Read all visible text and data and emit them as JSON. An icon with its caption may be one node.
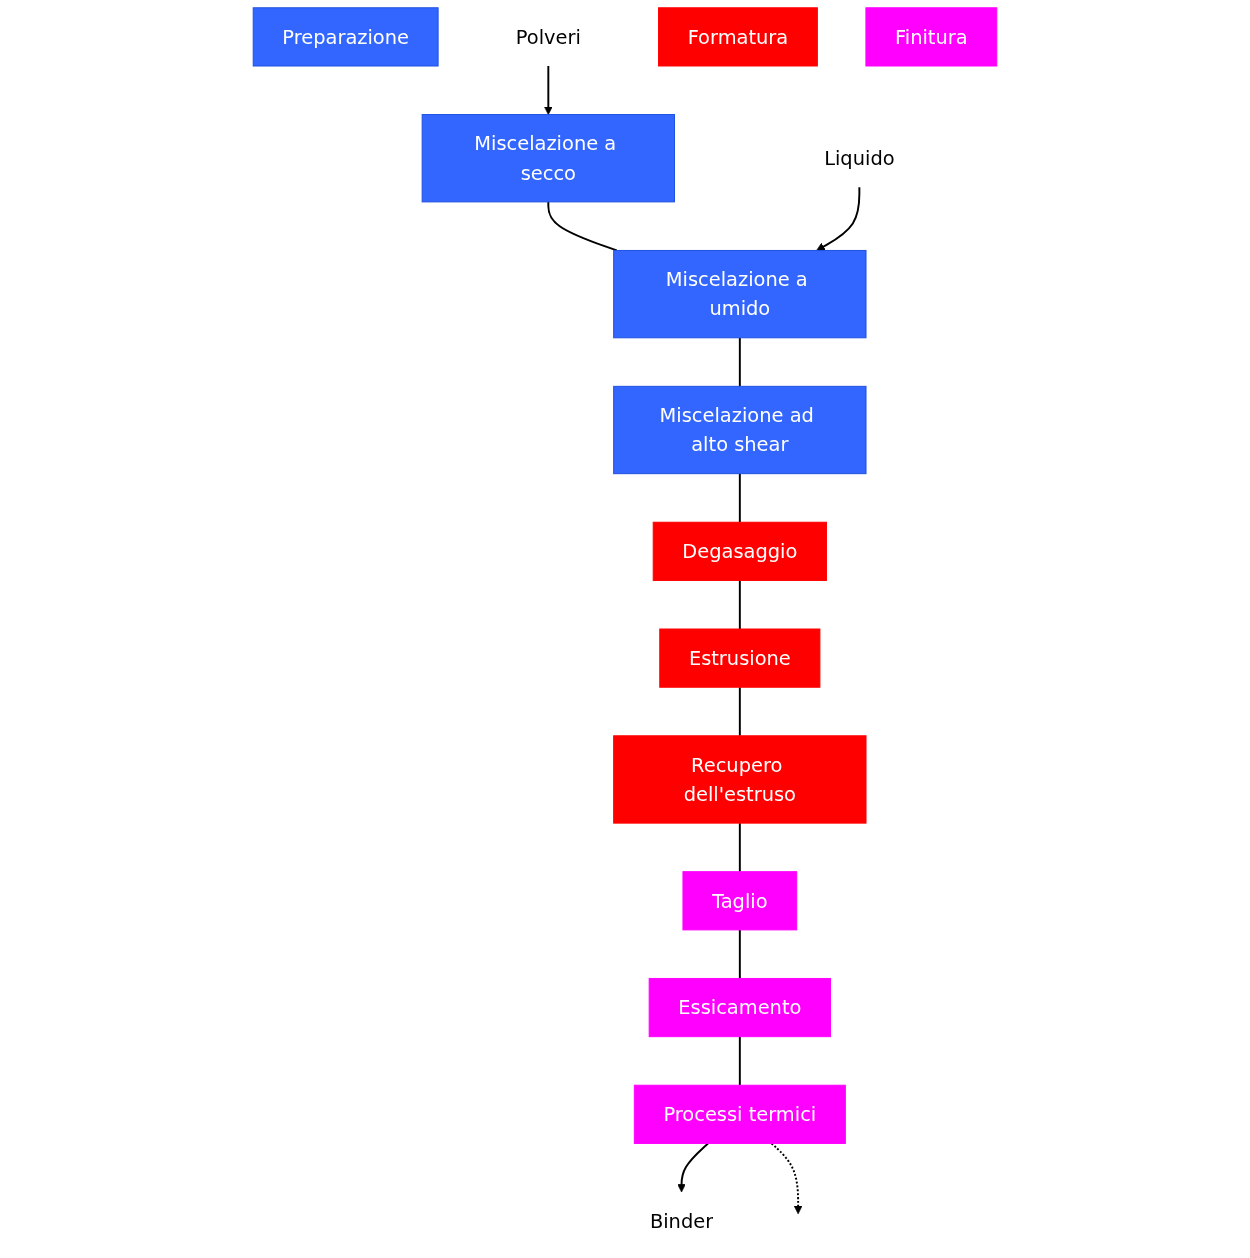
{
  "diagram": {
    "nodes": [
      {
        "text": [
          "Preparazione"
        ]
      },
      {
        "text": [
          "Polveri"
        ]
      },
      {
        "text": [
          "Miscelazione a secco"
        ]
      },
      {
        "text": [
          "Liquido"
        ]
      },
      {
        "text": [
          "Miscelazione a umido"
        ]
      },
      {
        "text": [
          "Miscelazione ad alto shear"
        ]
      },
      {
        "text": [
          "Formatura"
        ]
      },
      {
        "text": [
          "Degasaggio"
        ]
      },
      {
        "text": [
          "Estrusione"
        ]
      },
      {
        "text": [
          "Recupero dell'estruso"
        ]
      },
      {
        "text": [
          "Finitura"
        ]
      },
      {
        "text": [
          "Taglio"
        ]
      },
      {
        "text": [
          "Essicamento"
        ]
      },
      {
        "text": [
          "Processi termici"
        ]
      },
      {
        "text": [
          "Binder"
        ]
      }
    ],
    "edges": [
      {
        "from": 1,
        "to": 2,
        "arrow": "to"
      },
      {
        "from": 2,
        "to": 4,
        "arrow": "none"
      },
      {
        "from": 3,
        "to": 4,
        "arrow": "to"
      },
      {
        "from": 4,
        "to": 5,
        "arrow": "none"
      },
      {
        "from": 5,
        "to": 7,
        "arrow": "none"
      },
      {
        "from": 7,
        "to": 8,
        "arrow": "none"
      },
      {
        "from": 8,
        "to": 9,
        "arrow": "none"
      },
      {
        "from": 9,
        "to": 11,
        "arrow": "none"
      },
      {
        "from": 11,
        "to": 12,
        "arrow": "none"
      },
      {
        "from": 12,
        "to": 13,
        "arrow": "none"
      },
      {
        "from": 13,
        "to": 14,
        "arrow": "to"
      },
      {
        "from": 13,
        "to": null,
        "arrow": "to",
        "style": "dashed"
      }
    ]
  }
}
